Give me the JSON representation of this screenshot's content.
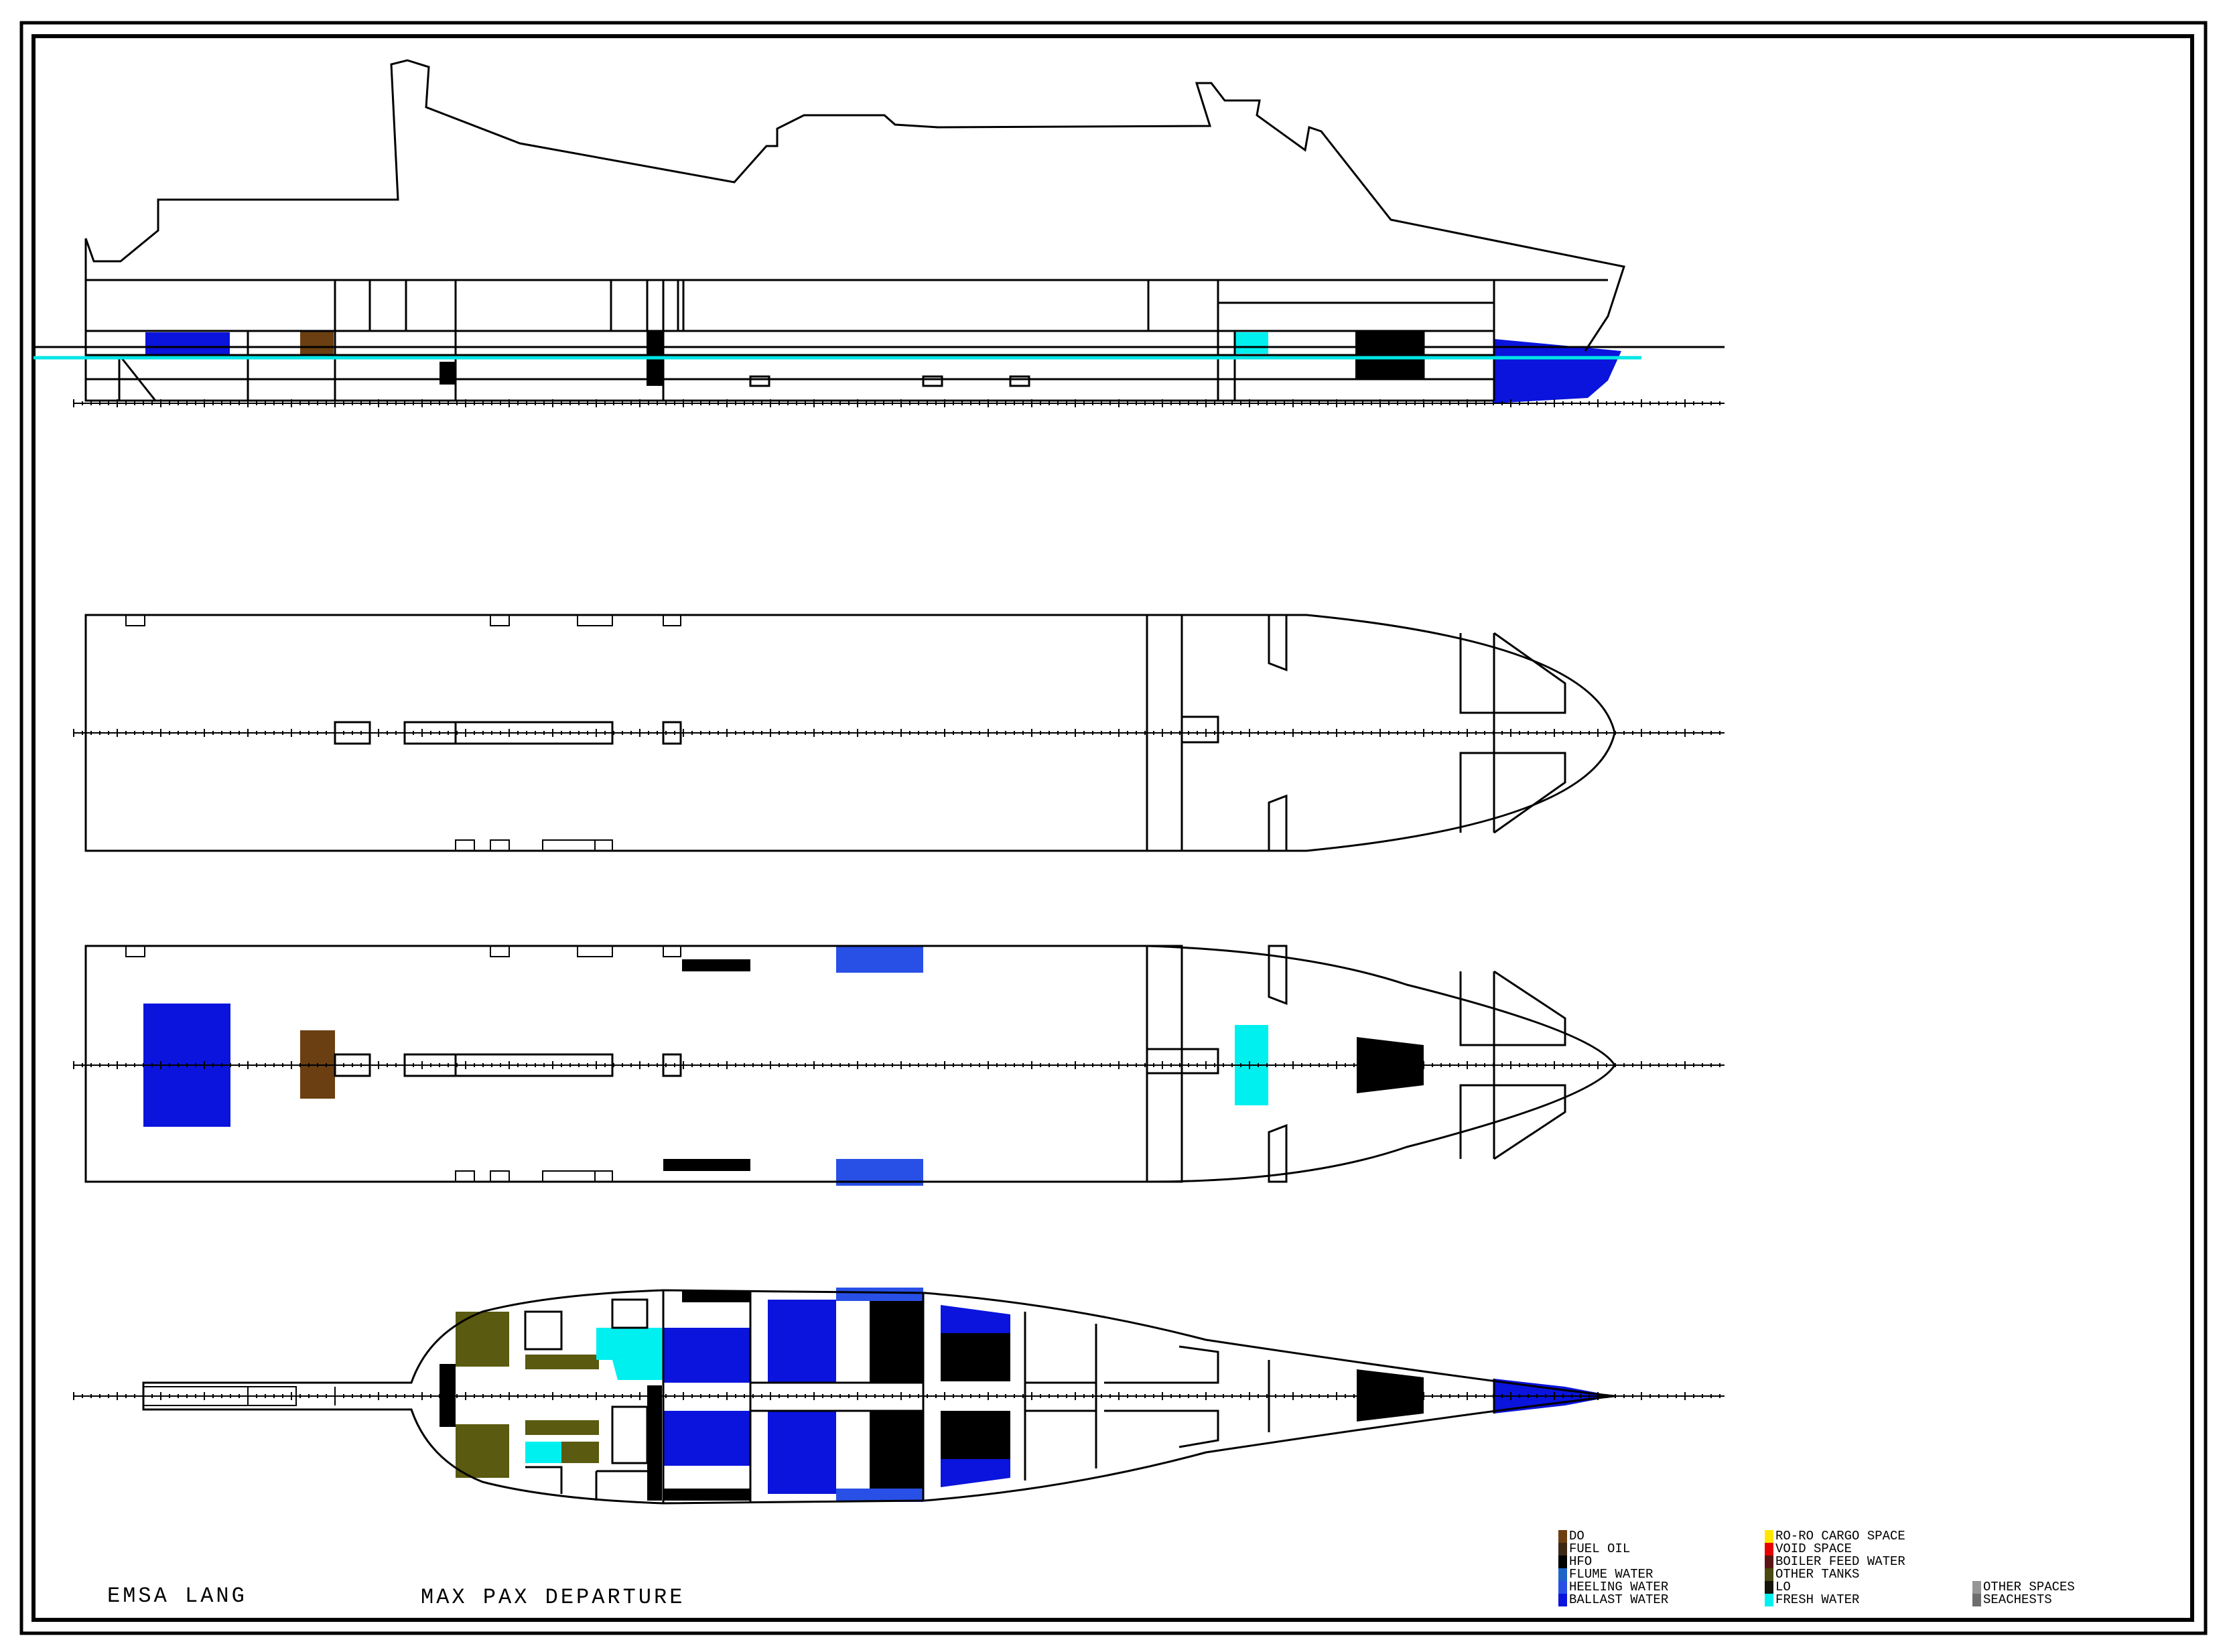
{
  "footer": {
    "vessel_name": "EMSA LANG",
    "loading_condition": "MAX PAX DEPARTURE"
  },
  "legend": {
    "columns": [
      [
        {
          "label": "DO",
          "color": "#6b3f12"
        },
        {
          "label": "FUEL OIL",
          "color": "#3c2814"
        },
        {
          "label": "HFO",
          "color": "#000000"
        },
        {
          "label": "FLUME WATER",
          "color": "#1e64c8"
        },
        {
          "label": "HEELING WATER",
          "color": "#2850e6"
        },
        {
          "label": "BALLAST WATER",
          "color": "#0a14dc"
        }
      ],
      [
        {
          "label": "RO-RO CARGO SPACE",
          "color": "#ffe600"
        },
        {
          "label": "VOID SPACE",
          "color": "#e60000"
        },
        {
          "label": "BOILER FEED WATER",
          "color": "#5a1414"
        },
        {
          "label": "OTHER TANKS",
          "color": "#4a4a10"
        },
        {
          "label": "LO",
          "color": "#14140a"
        },
        {
          "label": "FRESH WATER",
          "color": "#00f0f0"
        }
      ],
      [
        {
          "label": "OTHER SPACES",
          "color": "#969696"
        },
        {
          "label": "SEACHESTS",
          "color": "#6e6e6e"
        }
      ]
    ]
  },
  "colors": {
    "ballast": "#0a14dc",
    "heeling": "#2850e6",
    "fresh_water": "#00f0f0",
    "hfo": "#000000",
    "do": "#6b3f12",
    "other_tanks": "#5a5a10",
    "waterline": "#00e6e6"
  }
}
